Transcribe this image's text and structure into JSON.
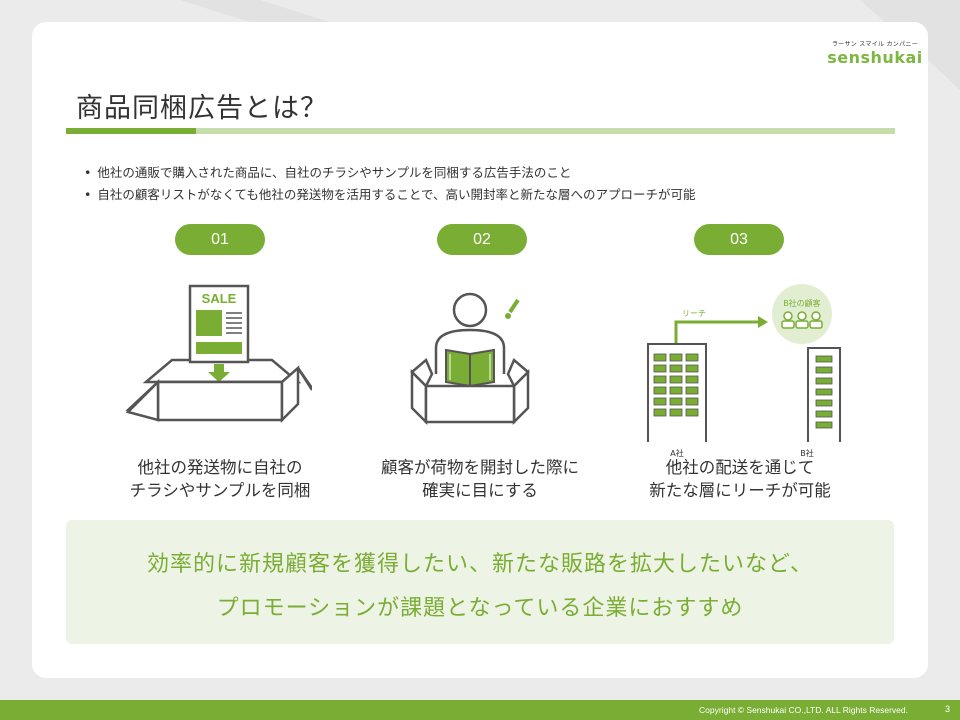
{
  "logo": {
    "tagline": "ラーサン スマイル カンパニー",
    "name": "senshukai"
  },
  "title": "商品同梱広告とは？",
  "bullets": [
    "他社の通販で購入された商品に、自社のチラシやサンプルを同梱する広告手法のこと",
    "自社の顧客リストがなくても他社の発送物を活用することで、高い開封率と新たな層へのアプローチが可能"
  ],
  "steps": [
    {
      "number": "01",
      "caption_lines": [
        "他社の発送物に自社の",
        "チラシやサンプルを同梱"
      ],
      "flyer_text": "SALE"
    },
    {
      "number": "02",
      "caption_lines": [
        "顧客が荷物を開封した際に",
        "確実に目にする"
      ]
    },
    {
      "number": "03",
      "caption_lines": [
        "他社の配送を通じて",
        "新たな層にリーチが可能"
      ],
      "reach_label": "リーチ",
      "customers_label": "B社の顧客",
      "company_a": "A社",
      "company_b": "B社"
    }
  ],
  "callout": [
    "効率的に新規顧客を獲得したい、新たな販路を拡大したいなど、",
    "プロモーションが課題となっている企業におすすめ"
  ],
  "footer": {
    "copyright": "Copyright © Senshukai CO.,LTD. ALL Rights Reserved.",
    "page": "3"
  },
  "colors": {
    "accent": "#7aad34",
    "accent_light": "#c6dcaa",
    "callout_bg": "#eef4e5",
    "background": "#ebebeb"
  }
}
